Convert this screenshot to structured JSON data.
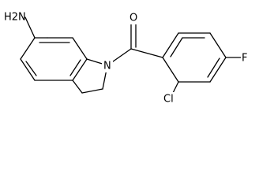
{
  "molecule": {
    "atoms": {
      "amine": "H2N",
      "ring_nitrogen": "N",
      "oxygen": "O",
      "chlorine": "Cl",
      "fluorine": "F"
    }
  }
}
